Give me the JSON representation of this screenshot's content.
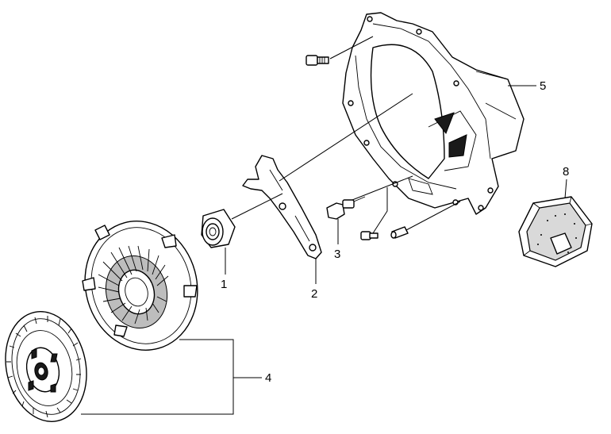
{
  "diagram": {
    "callouts": [
      {
        "key": "release_bearing",
        "label": "1"
      },
      {
        "key": "release_fork",
        "label": "2"
      },
      {
        "key": "pivot_stud",
        "label": "3"
      },
      {
        "key": "clutch_kit",
        "label": "4"
      },
      {
        "key": "bell_housing",
        "label": "5"
      },
      {
        "key": "rubber_mount",
        "label": "8"
      }
    ],
    "colors": {
      "line": "#000000",
      "background": "#ffffff",
      "fill_dark": "#1a1a1a",
      "fill_grey": "#bdbdbd"
    }
  }
}
